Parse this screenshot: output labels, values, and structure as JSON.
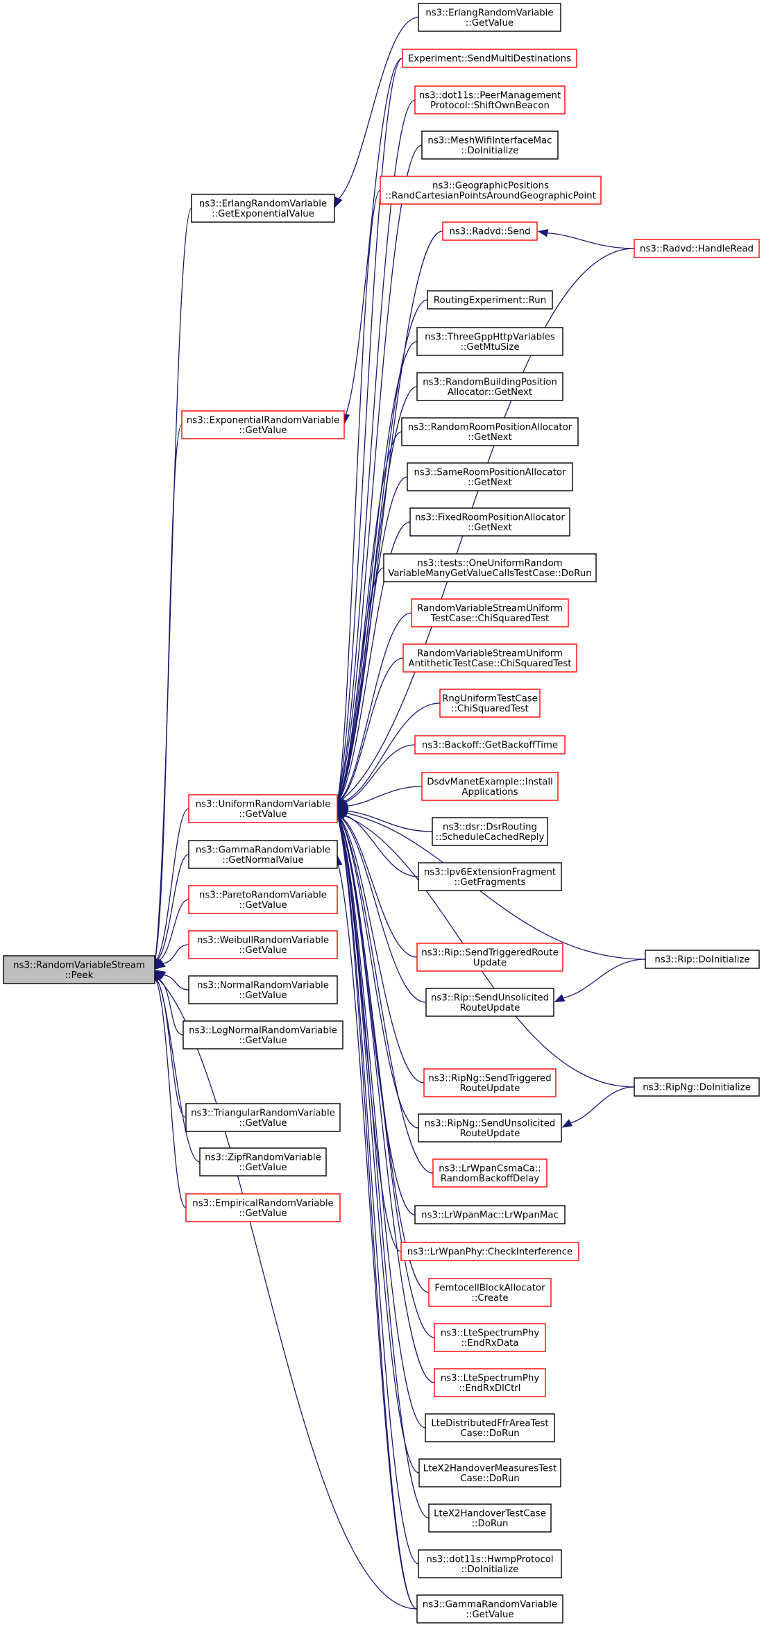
{
  "graph": {
    "colors": {
      "edge": "#191970",
      "node_border_black": "#000000",
      "node_border_red": "#ff0000",
      "root_fill": "#bfbfbf"
    },
    "nodes": [
      {
        "id": "peek",
        "lines": [
          "ns3::RandomVariableStream",
          "::Peek"
        ],
        "border": "black",
        "root": true
      },
      {
        "id": "erlang_exp",
        "lines": [
          "ns3::ErlangRandomVariable",
          "::GetExponentialValue"
        ],
        "border": "black"
      },
      {
        "id": "exp_get",
        "lines": [
          "ns3::ExponentialRandomVariable",
          "::GetValue"
        ],
        "border": "red"
      },
      {
        "id": "uniform_get",
        "lines": [
          "ns3::UniformRandomVariable",
          "::GetValue"
        ],
        "border": "red"
      },
      {
        "id": "gamma_normal",
        "lines": [
          "ns3::GammaRandomVariable",
          "::GetNormalValue"
        ],
        "border": "black"
      },
      {
        "id": "pareto_get",
        "lines": [
          "ns3::ParetoRandomVariable",
          "::GetValue"
        ],
        "border": "red"
      },
      {
        "id": "weibull_get",
        "lines": [
          "ns3::WeibullRandomVariable",
          "::GetValue"
        ],
        "border": "red"
      },
      {
        "id": "normal_get",
        "lines": [
          "ns3::NormalRandomVariable",
          "::GetValue"
        ],
        "border": "black"
      },
      {
        "id": "lognormal_get",
        "lines": [
          "ns3::LogNormalRandomVariable",
          "::GetValue"
        ],
        "border": "black"
      },
      {
        "id": "triangular_get",
        "lines": [
          "ns3::TriangularRandomVariable",
          "::GetValue"
        ],
        "border": "black"
      },
      {
        "id": "zipf_get",
        "lines": [
          "ns3::ZipfRandomVariable",
          "::GetValue"
        ],
        "border": "black"
      },
      {
        "id": "empirical_get",
        "lines": [
          "ns3::EmpiricalRandomVariable",
          "::GetValue"
        ],
        "border": "red"
      },
      {
        "id": "erlang_get",
        "lines": [
          "ns3::ErlangRandomVariable",
          "::GetValue"
        ],
        "border": "black"
      },
      {
        "id": "exp_multi",
        "lines": [
          "Experiment::SendMultiDestinations"
        ],
        "border": "red"
      },
      {
        "id": "peer_mgmt",
        "lines": [
          "ns3::dot11s::PeerManagement",
          "Protocol::ShiftOwnBeacon"
        ],
        "border": "red"
      },
      {
        "id": "mesh_wifi",
        "lines": [
          "ns3::MeshWifiInterfaceMac",
          "::DoInitialize"
        ],
        "border": "black"
      },
      {
        "id": "geo_pos",
        "lines": [
          "ns3::GeographicPositions",
          "::RandCartesianPointsAroundGeographicPoint"
        ],
        "border": "red"
      },
      {
        "id": "radvd_send",
        "lines": [
          "ns3::Radvd::Send"
        ],
        "border": "red"
      },
      {
        "id": "radvd_read",
        "lines": [
          "ns3::Radvd::HandleRead"
        ],
        "border": "red"
      },
      {
        "id": "routing_run",
        "lines": [
          "RoutingExperiment::Run"
        ],
        "border": "black"
      },
      {
        "id": "threegpp",
        "lines": [
          "ns3::ThreeGppHttpVariables",
          "::GetMtuSize"
        ],
        "border": "black"
      },
      {
        "id": "rand_building",
        "lines": [
          "ns3::RandomBuildingPosition",
          "Allocator::GetNext"
        ],
        "border": "black"
      },
      {
        "id": "rand_room",
        "lines": [
          "ns3::RandomRoomPositionAllocator",
          "::GetNext"
        ],
        "border": "black"
      },
      {
        "id": "same_room",
        "lines": [
          "ns3::SameRoomPositionAllocator",
          "::GetNext"
        ],
        "border": "black"
      },
      {
        "id": "fixed_room",
        "lines": [
          "ns3::FixedRoomPositionAllocator",
          "::GetNext"
        ],
        "border": "black"
      },
      {
        "id": "one_uniform",
        "lines": [
          "ns3::tests::OneUniformRandom",
          "VariableManyGetValueCallsTestCase::DoRun"
        ],
        "border": "black"
      },
      {
        "id": "rvs_uniform",
        "lines": [
          "RandomVariableStreamUniform",
          "TestCase::ChiSquaredTest"
        ],
        "border": "red"
      },
      {
        "id": "rvs_uniform_anti",
        "lines": [
          "RandomVariableStreamUniform",
          "AntitheticTestCase::ChiSquaredTest"
        ],
        "border": "red"
      },
      {
        "id": "rng_uniform",
        "lines": [
          "RngUniformTestCase",
          "::ChiSquaredTest"
        ],
        "border": "red"
      },
      {
        "id": "backoff",
        "lines": [
          "ns3::Backoff::GetBackoffTime"
        ],
        "border": "red"
      },
      {
        "id": "dsdv",
        "lines": [
          "DsdvManetExample::Install",
          "Applications"
        ],
        "border": "red"
      },
      {
        "id": "dsr",
        "lines": [
          "ns3::dsr::DsrRouting",
          "::ScheduleCachedReply"
        ],
        "border": "black"
      },
      {
        "id": "ipv6_frag",
        "lines": [
          "ns3::Ipv6ExtensionFragment",
          "::GetFragments"
        ],
        "border": "black"
      },
      {
        "id": "rip_trig",
        "lines": [
          "ns3::Rip::SendTriggeredRoute",
          "Update"
        ],
        "border": "red"
      },
      {
        "id": "rip_unsol",
        "lines": [
          "ns3::Rip::SendUnsolicited",
          "RouteUpdate"
        ],
        "border": "black"
      },
      {
        "id": "rip_init",
        "lines": [
          "ns3::Rip::DoInitialize"
        ],
        "border": "black"
      },
      {
        "id": "ripng_trig",
        "lines": [
          "ns3::RipNg::SendTriggered",
          "RouteUpdate"
        ],
        "border": "red"
      },
      {
        "id": "ripng_unsol",
        "lines": [
          "ns3::RipNg::SendUnsolicited",
          "RouteUpdate"
        ],
        "border": "black"
      },
      {
        "id": "ripng_init",
        "lines": [
          "ns3::RipNg::DoInitialize"
        ],
        "border": "black"
      },
      {
        "id": "lrwpan_csma",
        "lines": [
          "ns3::LrWpanCsmaCa::",
          "RandomBackoffDelay"
        ],
        "border": "red"
      },
      {
        "id": "lrwpan_mac",
        "lines": [
          "ns3::LrWpanMac::LrWpanMac"
        ],
        "border": "black"
      },
      {
        "id": "lrwpan_phy",
        "lines": [
          "ns3::LrWpanPhy::CheckInterference"
        ],
        "border": "red"
      },
      {
        "id": "femtocell",
        "lines": [
          "FemtocellBlockAllocator",
          "::Create"
        ],
        "border": "red"
      },
      {
        "id": "lte_rxdata",
        "lines": [
          "ns3::LteSpectrumPhy",
          "::EndRxData"
        ],
        "border": "red"
      },
      {
        "id": "lte_rxdl",
        "lines": [
          "ns3::LteSpectrumPhy",
          "::EndRxDlCtrl"
        ],
        "border": "red"
      },
      {
        "id": "lte_dist",
        "lines": [
          "LteDistributedFfrAreaTest",
          "Case::DoRun"
        ],
        "border": "black"
      },
      {
        "id": "lte_x2meas",
        "lines": [
          "LteX2HandoverMeasuresTest",
          "Case::DoRun"
        ],
        "border": "black"
      },
      {
        "id": "lte_x2",
        "lines": [
          "LteX2HandoverTestCase",
          "::DoRun"
        ],
        "border": "black"
      },
      {
        "id": "hwmp",
        "lines": [
          "ns3::dot11s::HwmpProtocol",
          "::DoInitialize"
        ],
        "border": "black"
      },
      {
        "id": "gamma_get",
        "lines": [
          "ns3::GammaRandomVariable",
          "::GetValue"
        ],
        "border": "black"
      }
    ],
    "edges": [
      [
        "erlang_exp",
        "peek"
      ],
      [
        "exp_get",
        "peek"
      ],
      [
        "uniform_get",
        "peek"
      ],
      [
        "gamma_normal",
        "peek"
      ],
      [
        "pareto_get",
        "peek"
      ],
      [
        "weibull_get",
        "peek"
      ],
      [
        "normal_get",
        "peek"
      ],
      [
        "lognormal_get",
        "peek"
      ],
      [
        "triangular_get",
        "peek"
      ],
      [
        "zipf_get",
        "peek"
      ],
      [
        "empirical_get",
        "peek"
      ],
      [
        "gamma_get",
        "peek"
      ],
      [
        "erlang_get",
        "erlang_exp"
      ],
      [
        "exp_multi",
        "exp_get"
      ],
      [
        "exp_multi",
        "uniform_get"
      ],
      [
        "peer_mgmt",
        "uniform_get"
      ],
      [
        "mesh_wifi",
        "uniform_get"
      ],
      [
        "geo_pos",
        "uniform_get"
      ],
      [
        "radvd_send",
        "uniform_get"
      ],
      [
        "radvd_read",
        "uniform_get"
      ],
      [
        "routing_run",
        "uniform_get"
      ],
      [
        "threegpp",
        "uniform_get"
      ],
      [
        "rand_building",
        "uniform_get"
      ],
      [
        "rand_room",
        "uniform_get"
      ],
      [
        "same_room",
        "uniform_get"
      ],
      [
        "fixed_room",
        "uniform_get"
      ],
      [
        "one_uniform",
        "uniform_get"
      ],
      [
        "rvs_uniform",
        "uniform_get"
      ],
      [
        "rvs_uniform_anti",
        "uniform_get"
      ],
      [
        "rng_uniform",
        "uniform_get"
      ],
      [
        "backoff",
        "uniform_get"
      ],
      [
        "dsdv",
        "uniform_get"
      ],
      [
        "dsr",
        "uniform_get"
      ],
      [
        "ipv6_frag",
        "uniform_get"
      ],
      [
        "rip_trig",
        "uniform_get"
      ],
      [
        "rip_unsol",
        "uniform_get"
      ],
      [
        "rip_init",
        "uniform_get"
      ],
      [
        "ripng_trig",
        "uniform_get"
      ],
      [
        "ripng_unsol",
        "uniform_get"
      ],
      [
        "ripng_init",
        "uniform_get"
      ],
      [
        "lrwpan_csma",
        "uniform_get"
      ],
      [
        "lrwpan_mac",
        "uniform_get"
      ],
      [
        "lrwpan_phy",
        "uniform_get"
      ],
      [
        "femtocell",
        "uniform_get"
      ],
      [
        "lte_rxdata",
        "uniform_get"
      ],
      [
        "lte_rxdl",
        "uniform_get"
      ],
      [
        "lte_dist",
        "uniform_get"
      ],
      [
        "lte_x2meas",
        "uniform_get"
      ],
      [
        "lte_x2",
        "uniform_get"
      ],
      [
        "hwmp",
        "uniform_get"
      ],
      [
        "gamma_get",
        "uniform_get"
      ],
      [
        "gamma_get",
        "gamma_normal"
      ],
      [
        "radvd_read",
        "radvd_send"
      ],
      [
        "rip_init",
        "rip_unsol"
      ],
      [
        "ripng_init",
        "ripng_unsol"
      ]
    ]
  }
}
